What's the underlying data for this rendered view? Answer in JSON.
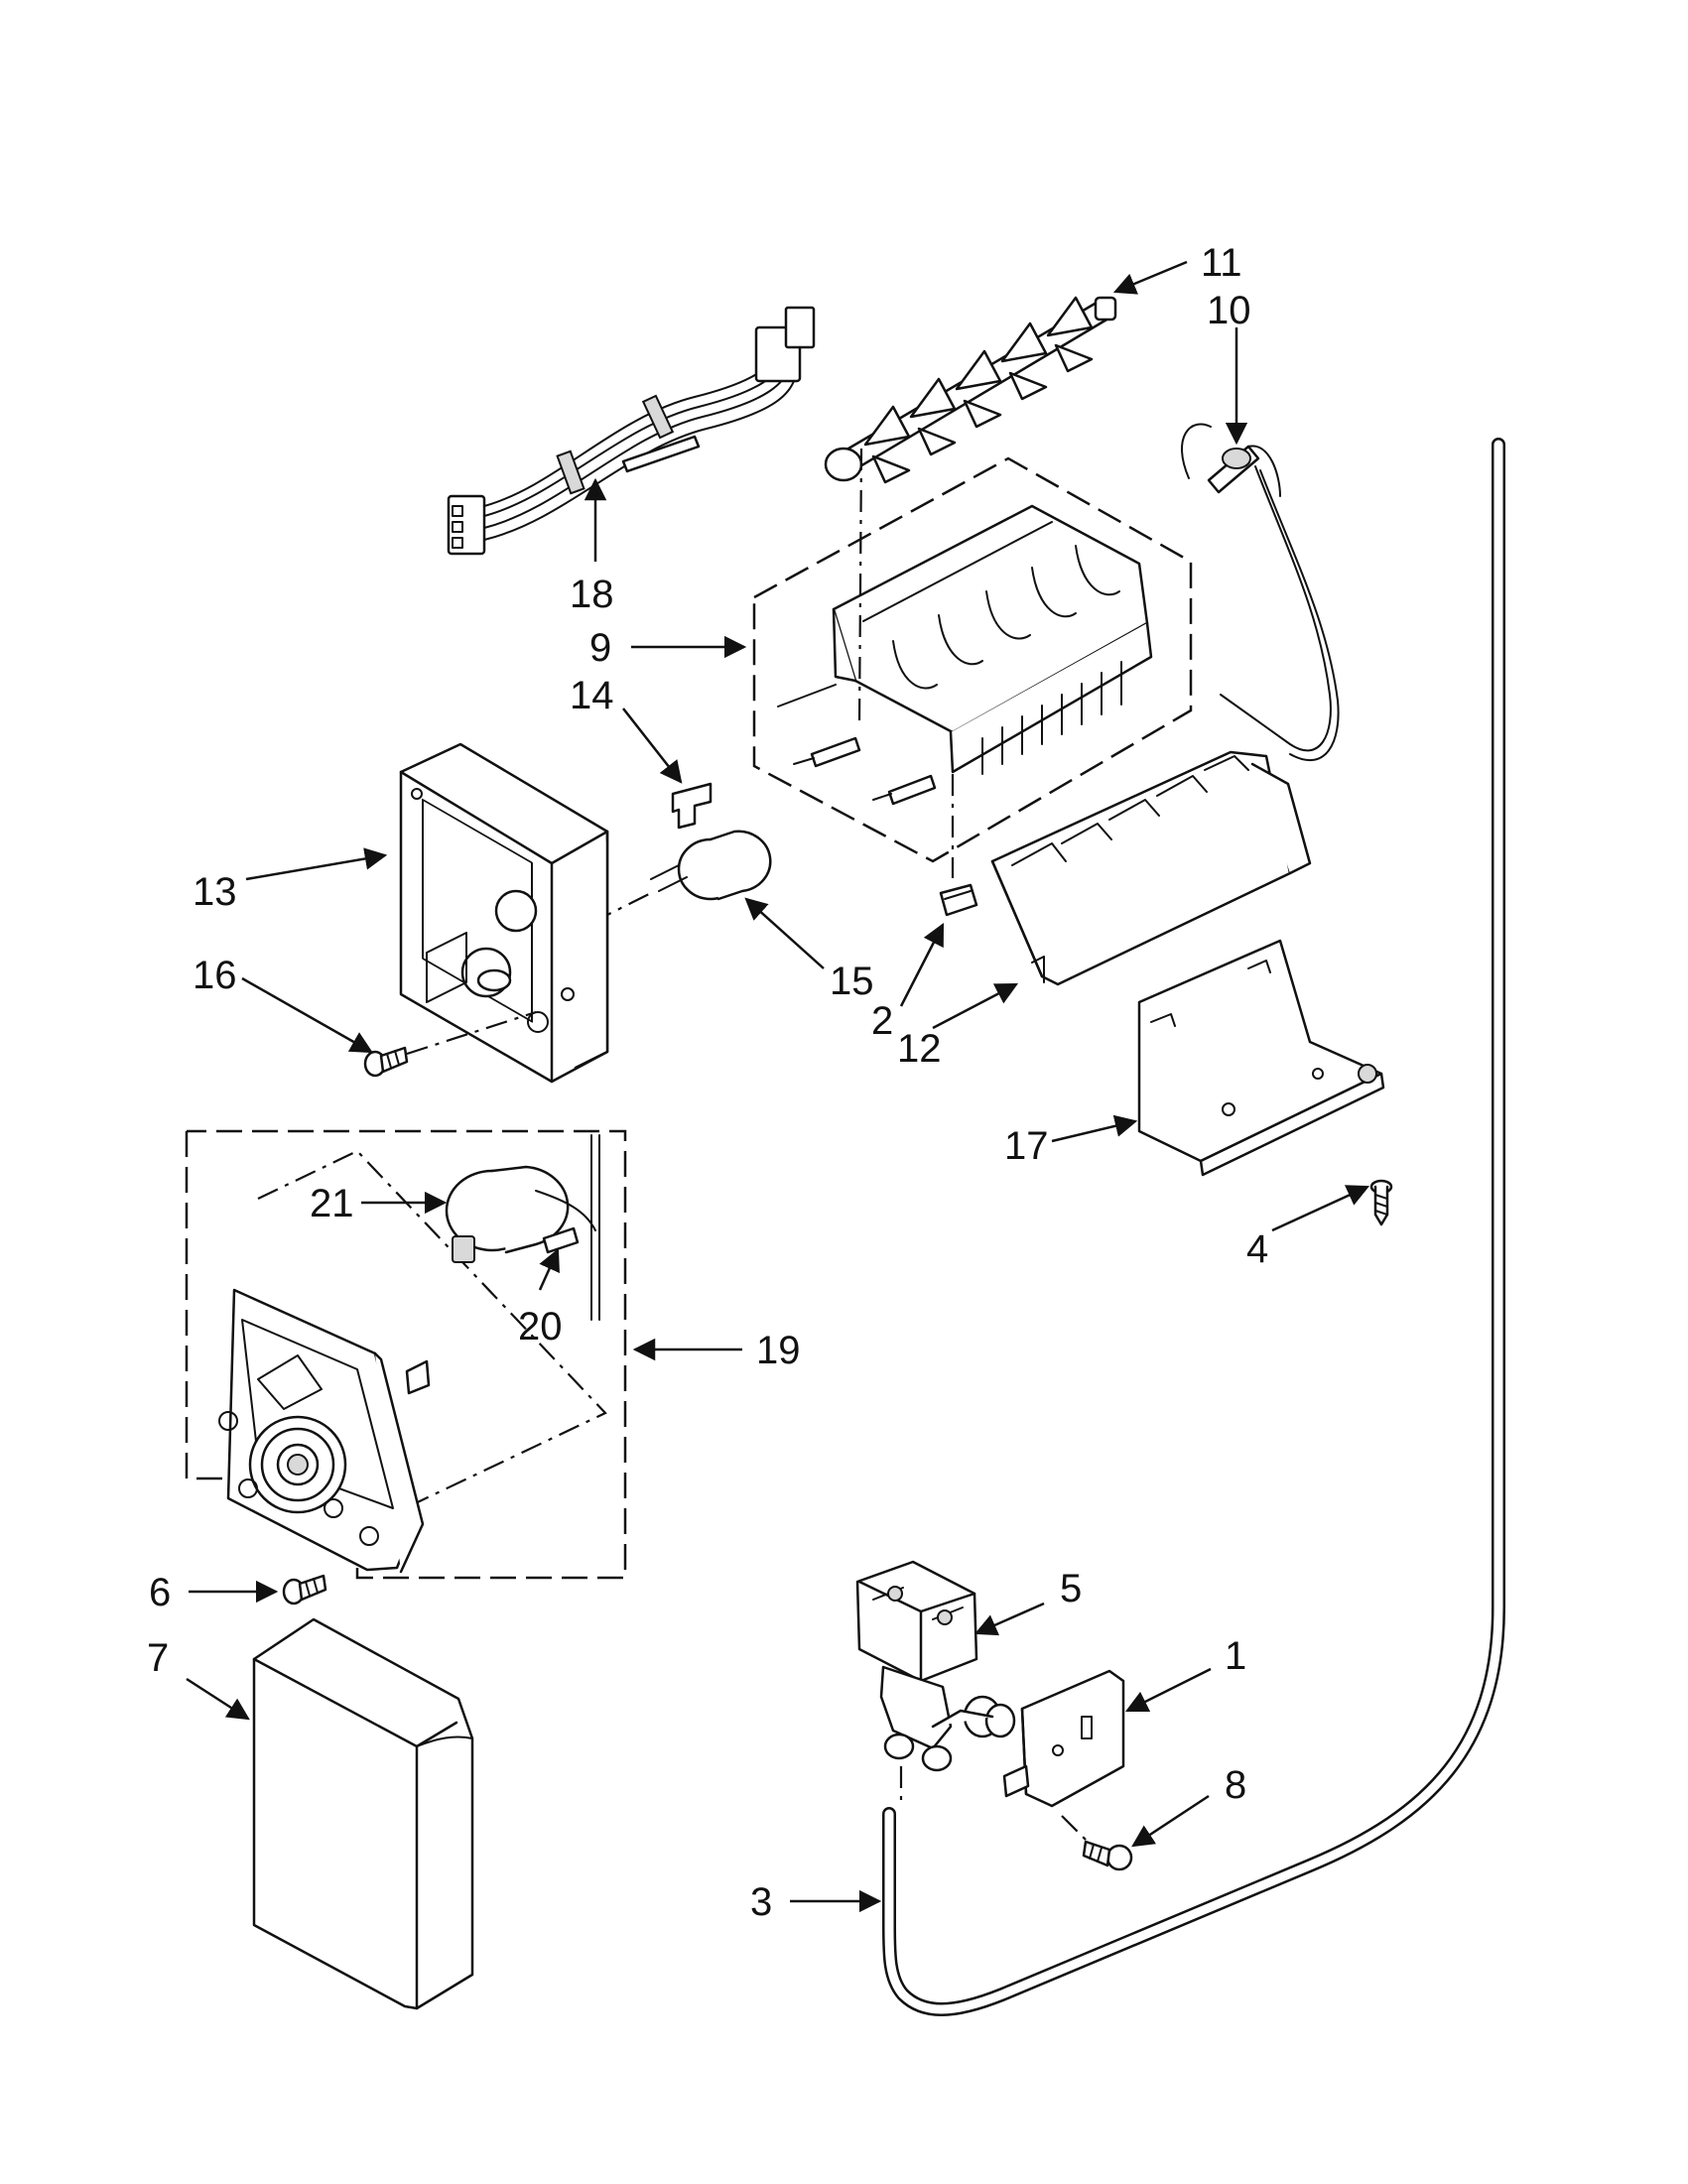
{
  "callouts": {
    "c1": "1",
    "c2": "2",
    "c3": "3",
    "c4": "4",
    "c5": "5",
    "c6": "6",
    "c7": "7",
    "c8": "8",
    "c9": "9",
    "c10": "10",
    "c11": "11",
    "c12": "12",
    "c13": "13",
    "c14": "14",
    "c15": "15",
    "c16": "16",
    "c17": "17",
    "c18": "18",
    "c19": "19",
    "c20": "20",
    "c21": "21"
  },
  "parts": {
    "1": "mounting-bracket",
    "2": "clip",
    "3": "water-tube",
    "4": "screw",
    "5": "water-valve",
    "6": "screw",
    "7": "cover",
    "8": "screw",
    "9": "ice-mold",
    "10": "thermostat",
    "11": "ejector",
    "12": "stripper",
    "13": "housing",
    "14": "clip",
    "15": "heater-connector",
    "16": "screw",
    "17": "bracket",
    "18": "wire-harness",
    "19": "module-assembly",
    "20": "switch",
    "21": "motor"
  }
}
